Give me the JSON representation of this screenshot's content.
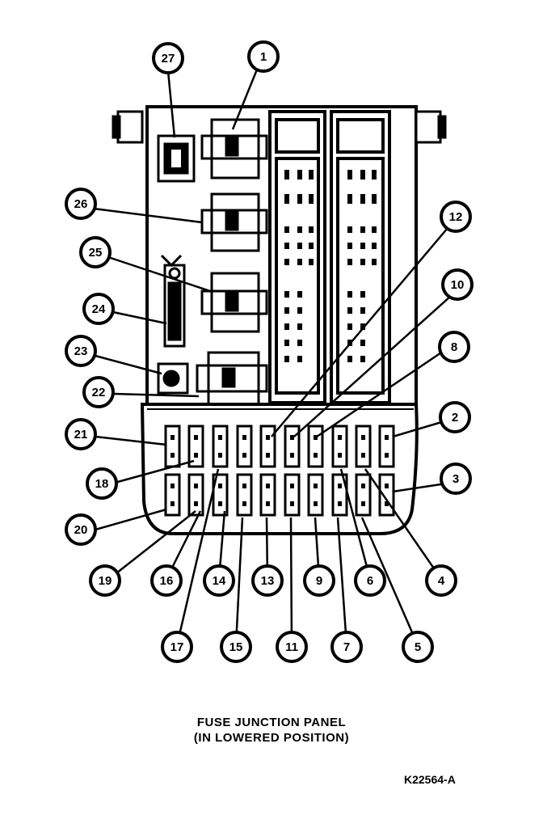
{
  "caption": {
    "line1": "FUSE JUNCTION PANEL",
    "line2": "(IN LOWERED POSITION)"
  },
  "figure_id": "K22564-A",
  "callouts": {
    "c1": "1",
    "c2": "2",
    "c3": "3",
    "c4": "4",
    "c5": "5",
    "c6": "6",
    "c7": "7",
    "c8": "8",
    "c9": "9",
    "c10": "10",
    "c11": "11",
    "c12": "12",
    "c13": "13",
    "c14": "14",
    "c15": "15",
    "c16": "16",
    "c17": "17",
    "c18": "18",
    "c19": "19",
    "c20": "20",
    "c21": "21",
    "c22": "22",
    "c23": "23",
    "c24": "24",
    "c25": "25",
    "c26": "26",
    "c27": "27"
  }
}
